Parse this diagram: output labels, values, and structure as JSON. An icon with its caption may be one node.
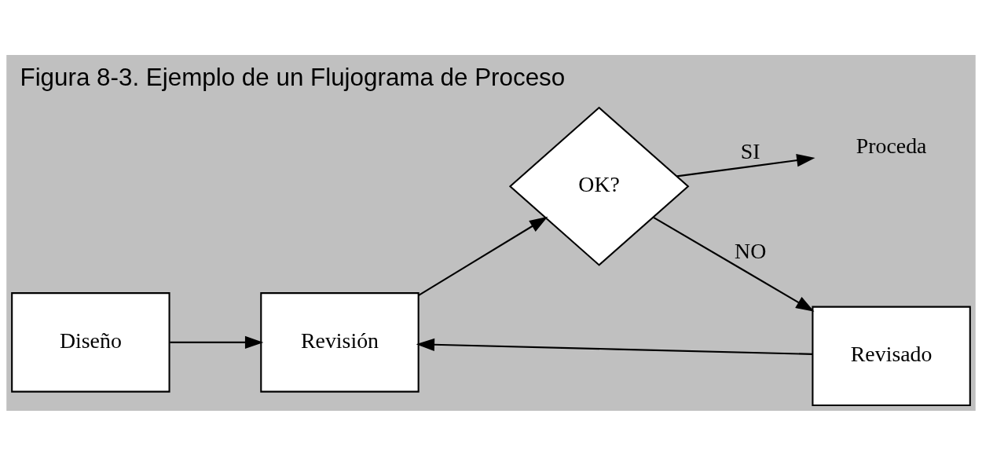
{
  "diagram": {
    "title": "Figura 8-3. Ejemplo de un Flujograma de Proceso",
    "nodes": [
      {
        "text": [
          "Diseño"
        ]
      },
      {
        "text": [
          "Revisión"
        ]
      },
      {
        "text": [
          "OK?"
        ]
      },
      {
        "text": [
          "Proceda"
        ]
      },
      {
        "text": [
          "Revisado"
        ]
      }
    ],
    "edges": [
      {
        "from": 0,
        "to": 1,
        "arrow": "to"
      },
      {
        "from": 1,
        "to": 2,
        "arrow": "to"
      },
      {
        "from": 2,
        "to": 3,
        "arrow": "to",
        "label": "SI"
      },
      {
        "from": 2,
        "to": 4,
        "arrow": "to",
        "label": "NO"
      },
      {
        "from": 4,
        "to": 1,
        "arrow": "to"
      }
    ]
  }
}
